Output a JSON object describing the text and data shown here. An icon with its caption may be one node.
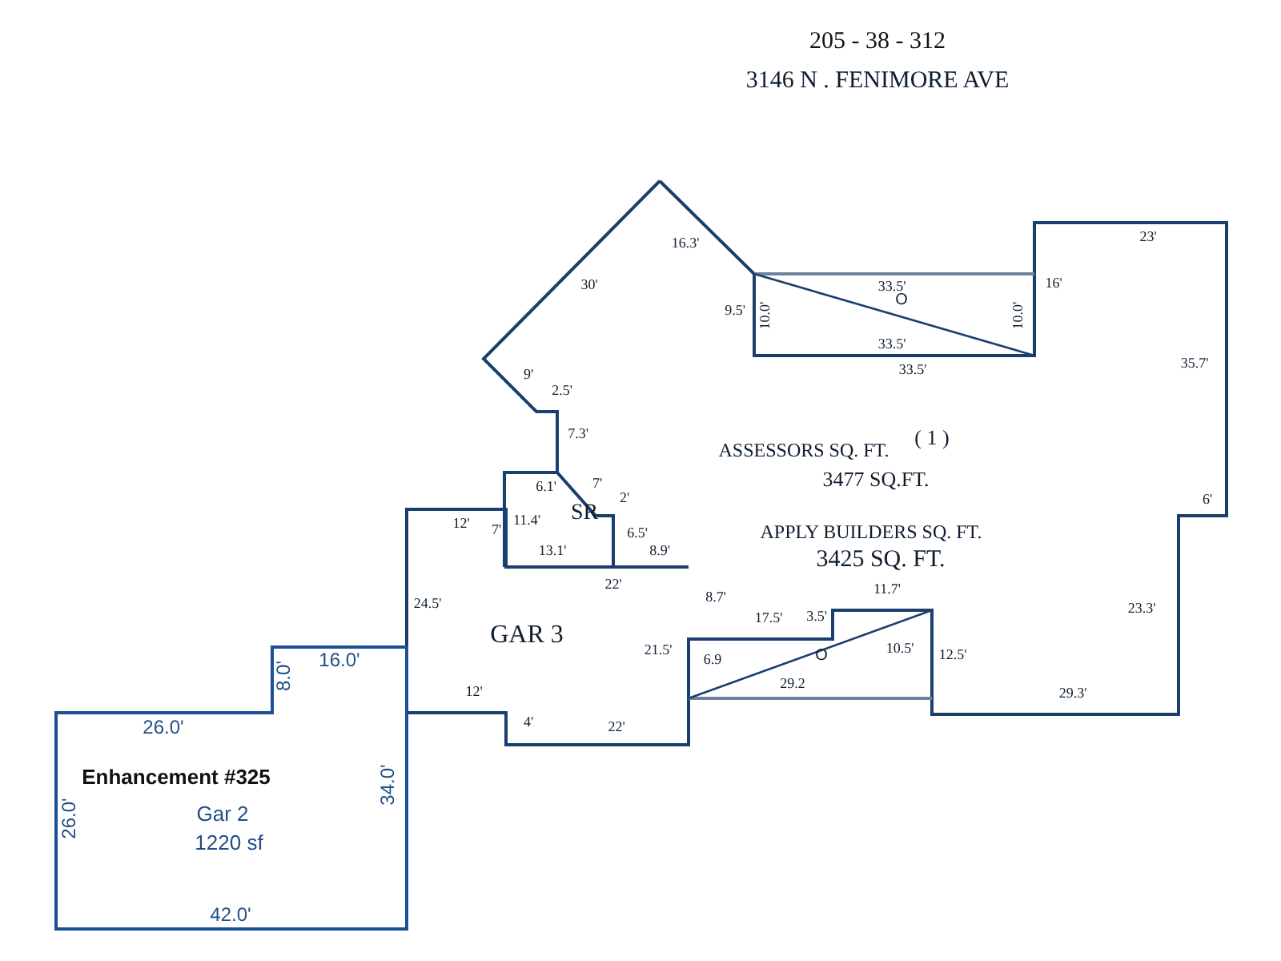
{
  "diagram": {
    "title": "205 - 38 - 312",
    "labels": [
      "3146 N . FENIMORE AVE",
      "16.3'",
      "23'",
      "30'",
      "33.5'",
      "16'",
      "O",
      "9.5'",
      "10.0'",
      "10.0'",
      "33.5'",
      "35.7'",
      "33.5'",
      "9'",
      "2.5'",
      "7.3'",
      "ASSESSORS SQ. FT.",
      "( 1 )",
      "3477 SQ.FT.",
      "6.1'",
      "7'",
      "2'",
      "6'",
      "12'",
      "7'",
      "11.4'",
      "SR",
      "6.5'",
      "APPLY BUILDERS SQ. FT.",
      "13.1'",
      "8.9'",
      "3425 SQ. FT.",
      "22'",
      "11.7'",
      "8.7'",
      "24.5'",
      "23.3'",
      "17.5'",
      "3.5'",
      "GAR 3",
      "21.5'",
      "O",
      "10.5'",
      "12.5'",
      "16.0'",
      "8.0'",
      "6.9",
      "29.2",
      "12'",
      "29.3'",
      "4'",
      "22'",
      "26.0'",
      "Enhancement #325",
      "34.0'",
      "Gar 2",
      "26.0'",
      "1220 sf",
      "42.0'"
    ]
  }
}
